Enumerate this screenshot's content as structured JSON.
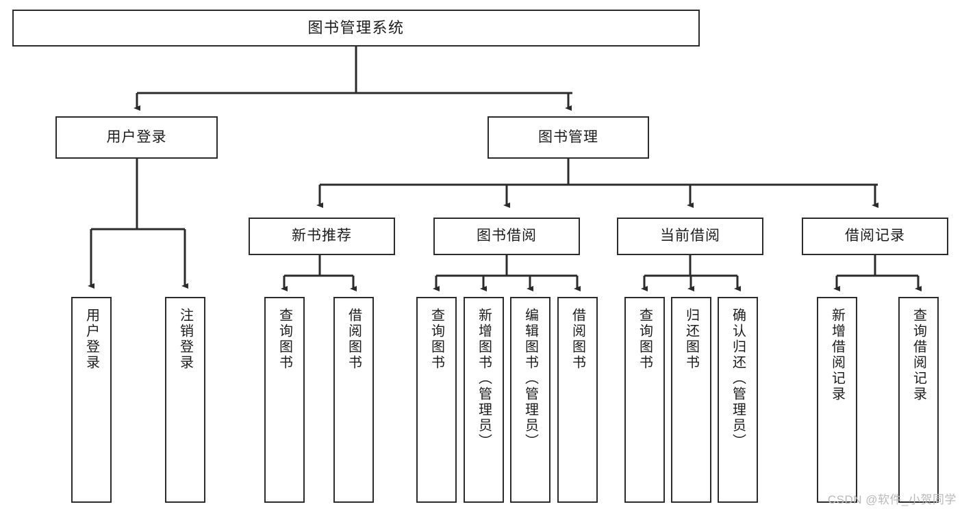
{
  "diagram": {
    "title": "图书管理系统",
    "type": "tree",
    "watermark": "CSDN @软件_小贺同学",
    "colors": {
      "box_border": "#2b2b2b",
      "box_fill": "#ffffff",
      "edge": "#2b2b2b",
      "text": "#1c1c1c",
      "watermark": "#b9b9b9",
      "background": "#ffffff"
    },
    "nodes": {
      "root": {
        "label": "图书管理系统"
      },
      "level1": [
        {
          "label": "用户登录"
        },
        {
          "label": "图书管理"
        }
      ],
      "level2": [
        {
          "label": "新书推荐"
        },
        {
          "label": "图书借阅"
        },
        {
          "label": "当前借阅"
        },
        {
          "label": "借阅记录"
        }
      ],
      "leaves": {
        "user_login": [
          {
            "label": "用户登录"
          },
          {
            "label": "注销登录"
          }
        ],
        "new_book_recommend": [
          {
            "label": "查询图书"
          },
          {
            "label": "借阅图书"
          }
        ],
        "book_borrow": [
          {
            "label": "查询图书"
          },
          {
            "label": "新增图书（管理员）"
          },
          {
            "label": "编辑图书（管理员）"
          },
          {
            "label": "借阅图书"
          }
        ],
        "current_borrow": [
          {
            "label": "查询图书"
          },
          {
            "label": "归还图书"
          },
          {
            "label": "确认归还（管理员）"
          }
        ],
        "borrow_records": [
          {
            "label": "新增借阅记录"
          },
          {
            "label": "查询借阅记录"
          }
        ]
      }
    }
  }
}
